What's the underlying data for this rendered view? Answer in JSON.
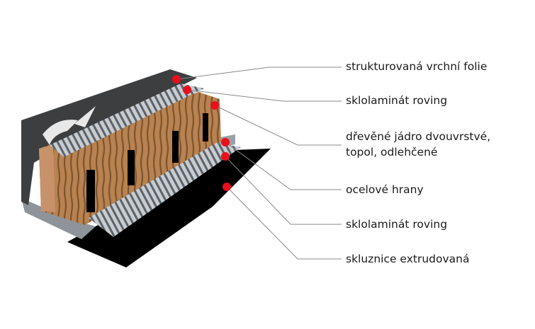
{
  "labels": [
    {
      "text": "strukturovaná vrchní folie"
    },
    {
      "text": "sklolaminát roving"
    },
    {
      "text": "dřevěné jádro dvouvrstvé,",
      "text2": "topol, odlehčené"
    },
    {
      "text": "ocelové hrany"
    },
    {
      "text": "sklolaminát roving"
    },
    {
      "text": "skluznice extrudovaná"
    }
  ],
  "colors": {
    "marker": "#e8101c",
    "leader": "#8a8a8a",
    "topsheet": "#3c3e40",
    "wood": "#b9824f",
    "mesh": "#aeb4ba",
    "base": "#000000",
    "edge": "#8e9499"
  }
}
